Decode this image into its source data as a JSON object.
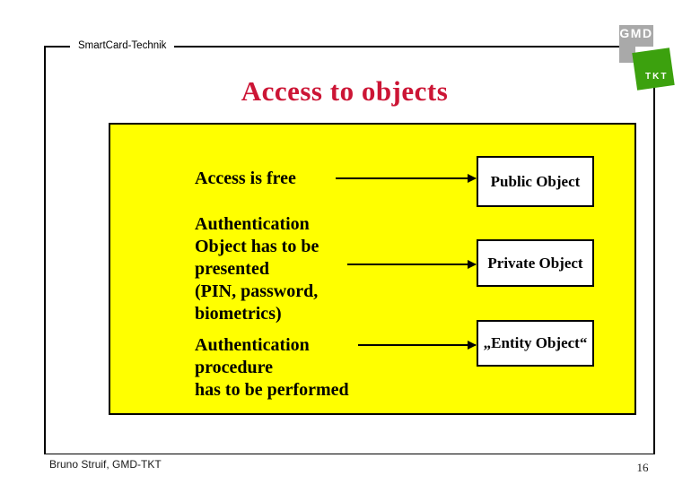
{
  "header": {
    "label": "SmartCard-Technik"
  },
  "logo": {
    "gmd_label": "GMD",
    "tkt_label": "TKT",
    "gray_color": "#a9a9a9",
    "green_color": "#3ca10e"
  },
  "title": {
    "text": "Access to objects",
    "color": "#cc1535"
  },
  "diagram": {
    "panel_color": "#ffff00",
    "rows": [
      {
        "lines": [
          "Access is free"
        ],
        "target": "Public Object"
      },
      {
        "lines": [
          "Authentication",
          "Object has to be",
          "presented",
          "(PIN, password,",
          "biometrics)"
        ],
        "target": "Private Object"
      },
      {
        "lines": [
          "Authentication",
          "procedure",
          "has to be performed"
        ],
        "target": "„Entity Object“"
      }
    ]
  },
  "footer": {
    "author": "Bruno Struif, GMD-TKT",
    "page_number": "16"
  }
}
